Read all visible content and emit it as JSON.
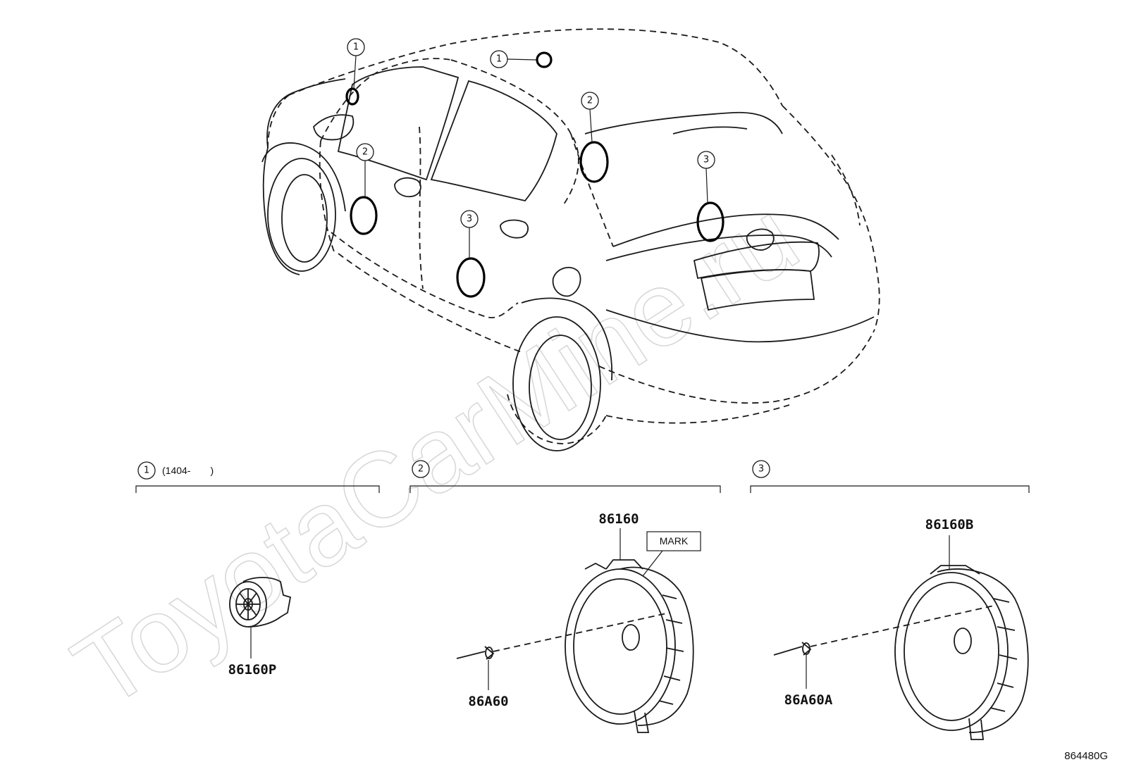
{
  "watermark": "ToyotaCarMine.ru",
  "diagram_code": "864480G",
  "callouts": {
    "one": "1",
    "two": "2",
    "three": "3"
  },
  "groups": [
    {
      "number": "1",
      "note": "(1404-　　)"
    },
    {
      "number": "2",
      "note": ""
    },
    {
      "number": "3",
      "note": ""
    }
  ],
  "parts": {
    "tweeter": "86160P",
    "front_speaker": "86160",
    "front_speaker_mark": "MARK",
    "front_clip": "86A60",
    "rear_speaker": "86160B",
    "rear_clip": "86A60A"
  }
}
